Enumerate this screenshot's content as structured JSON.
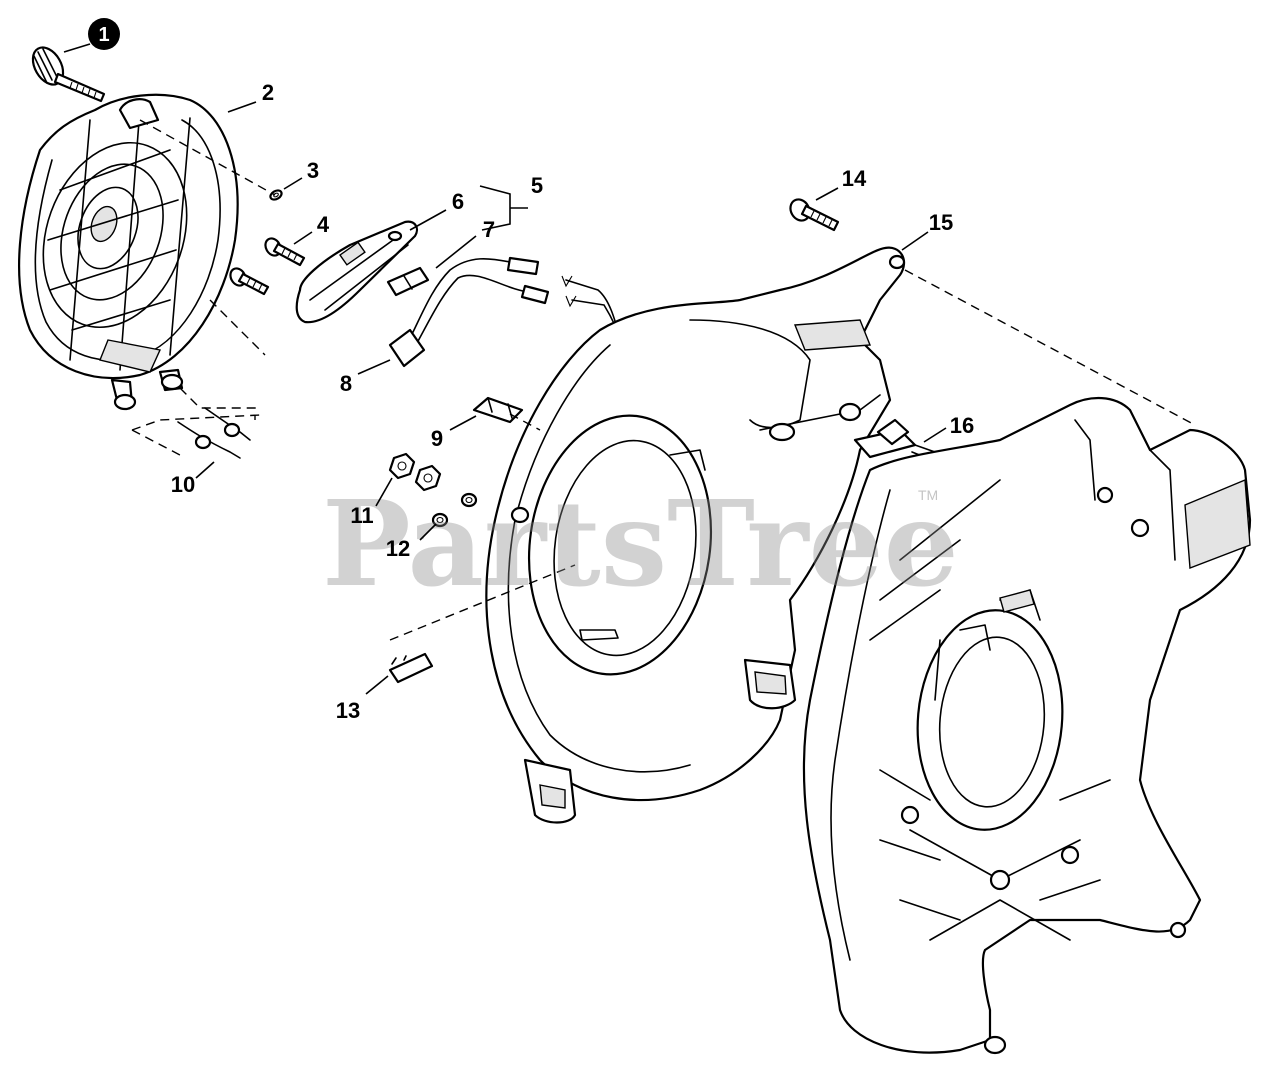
{
  "watermark": {
    "text": "PartsTree",
    "trademark": "TM"
  },
  "callouts": [
    {
      "id": "1",
      "label": "1",
      "style": "filled"
    },
    {
      "id": "2",
      "label": "2"
    },
    {
      "id": "3",
      "label": "3"
    },
    {
      "id": "4",
      "label": "4"
    },
    {
      "id": "5",
      "label": "5"
    },
    {
      "id": "6",
      "label": "6"
    },
    {
      "id": "7",
      "label": "7"
    },
    {
      "id": "8",
      "label": "8"
    },
    {
      "id": "9",
      "label": "9"
    },
    {
      "id": "10",
      "label": "10"
    },
    {
      "id": "11",
      "label": "11"
    },
    {
      "id": "12",
      "label": "12"
    },
    {
      "id": "13",
      "label": "13"
    },
    {
      "id": "14",
      "label": "14"
    },
    {
      "id": "15",
      "label": "15"
    },
    {
      "id": "16",
      "label": "16"
    }
  ],
  "colors": {
    "line": "#000000",
    "background": "#ffffff",
    "watermark": "#8a8a8a",
    "callout_1_fill": "#000000"
  }
}
